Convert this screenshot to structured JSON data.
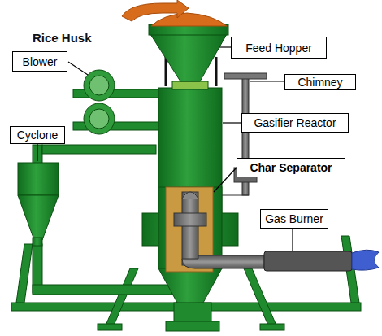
{
  "diagram": {
    "nodes": [
      {
        "text": [
          "Feed Hopper"
        ]
      },
      {
        "text": [
          "Blower"
        ]
      },
      {
        "text": [
          "Chimney"
        ]
      },
      {
        "text": [
          "Gasifier Reactor"
        ]
      },
      {
        "text": [
          "Cyclone"
        ]
      },
      {
        "text": [
          "Char Separator"
        ]
      },
      {
        "text": [
          "Gas Burner"
        ]
      }
    ],
    "labels": [
      "Rice Husk"
    ]
  }
}
